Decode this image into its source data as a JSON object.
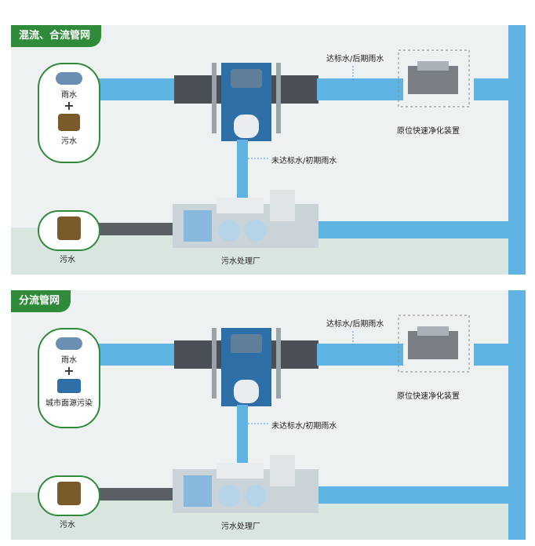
{
  "panels": [
    {
      "title": "混流、合流管网",
      "source_rain": "雨水",
      "source_plus": "+",
      "source_second": "污水",
      "sewage": "污水",
      "label_standard": "达标水/后期雨水",
      "label_device": "原位快速净化装置",
      "label_substandard": "未达标水/初期雨水",
      "label_plant": "污水处理厂"
    },
    {
      "title": "分流管网",
      "source_rain": "雨水",
      "source_plus": "+",
      "source_second": "城市面源污染",
      "sewage": "污水",
      "label_standard": "达标水/后期雨水",
      "label_device": "原位快速净化装置",
      "label_substandard": "未达标水/初期雨水",
      "label_plant": "污水处理厂"
    }
  ],
  "colors": {
    "green": "#2f8a3a",
    "water": "#5fb3e3",
    "pipe": "#5a5f66"
  }
}
